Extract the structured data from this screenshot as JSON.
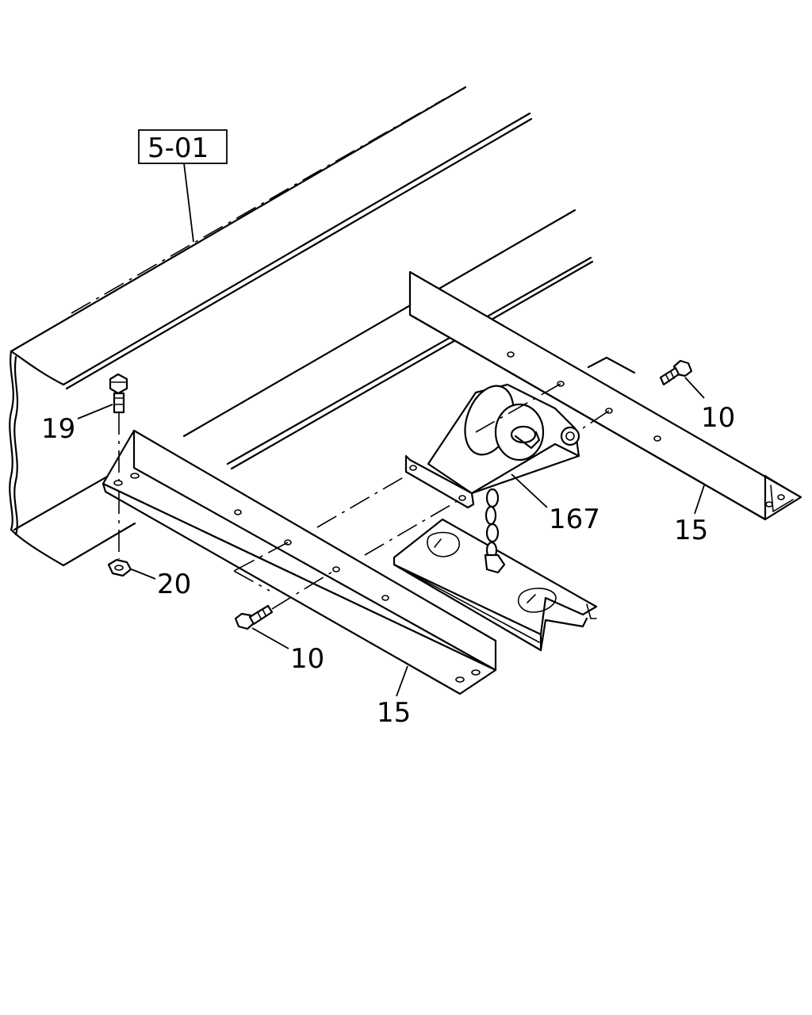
{
  "diagram": {
    "reference_box": "5-01",
    "callouts": {
      "bolt_vertical": "19",
      "nut": "20",
      "bolt_right": "10",
      "bolt_left": "10",
      "bracket_right": "15",
      "bracket_left": "15",
      "spare_tire_carrier": "167"
    }
  }
}
